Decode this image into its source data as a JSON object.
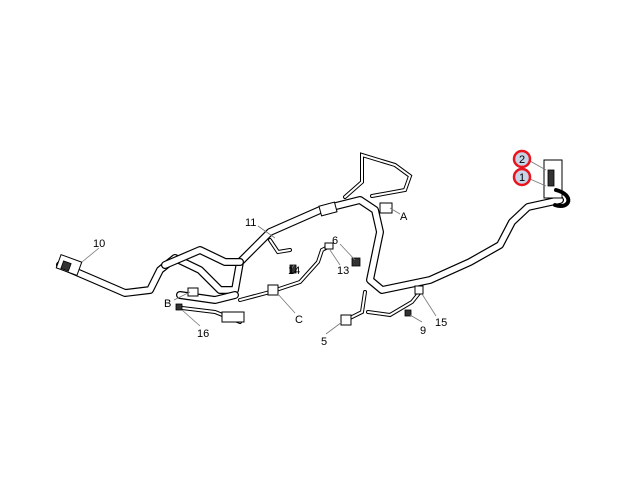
{
  "diagram": {
    "title": "Wiring harness",
    "highlight_color": "#e8141e",
    "callout_fill": "#c7d3e6",
    "callouts": {
      "c10": "10",
      "c11": "11",
      "c6": "6",
      "cA": "A",
      "c14": "14",
      "c13": "13",
      "cB": "B",
      "cC": "C",
      "c16": "16",
      "c5": "5",
      "c9": "9",
      "c15": "15",
      "c2": "2",
      "c1": "1"
    }
  }
}
